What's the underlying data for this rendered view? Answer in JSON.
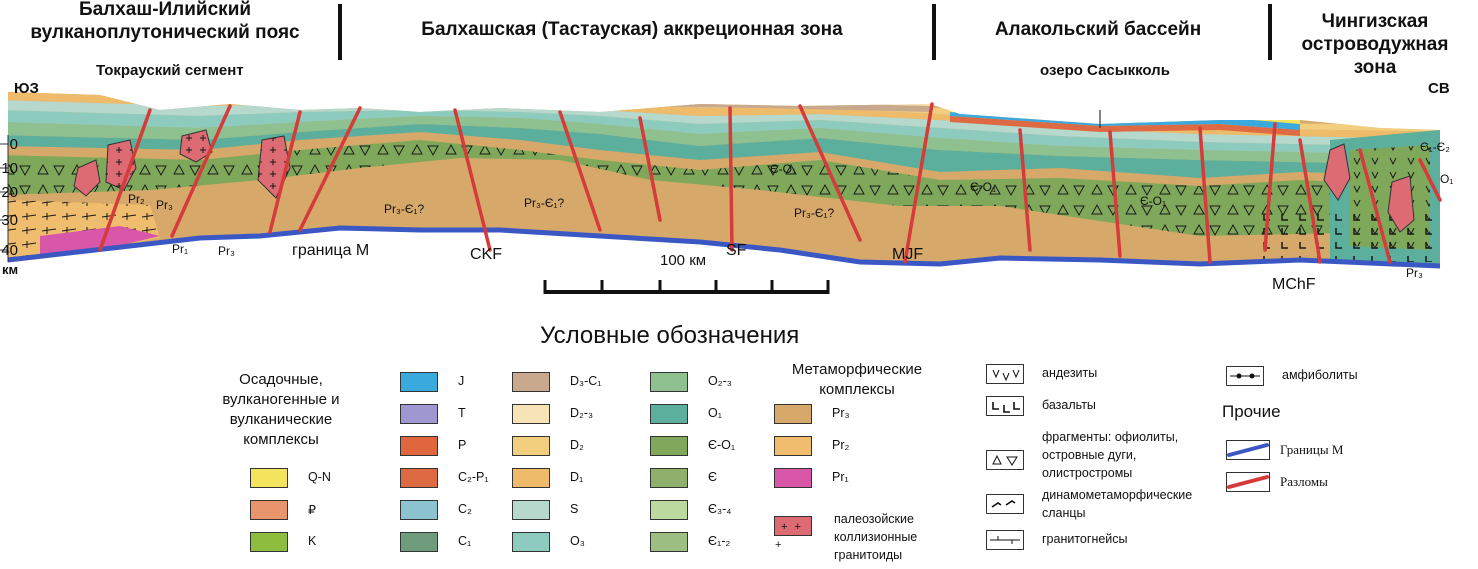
{
  "section": {
    "zones": [
      {
        "title": "Балхаш-Илийский\nвулканоплутонический пояс"
      },
      {
        "title": "Балхашская (Тастауская) аккреционная зона"
      },
      {
        "title": "Алакольский бассейн"
      },
      {
        "title": "Чингизская\nостроводужная\nзона"
      }
    ],
    "segment_label": "Токрауский сегмент",
    "lake_label": "озеро Сасыкколь",
    "sw_label": "ЮЗ",
    "ne_label": "СВ",
    "depth_ticks": [
      "0",
      "10",
      "20",
      "30",
      "40"
    ],
    "depth_unit": "км",
    "scale_label": "100 км",
    "moho_label": "граница M",
    "faults": [
      "CKF",
      "SF",
      "MJF",
      "MChF"
    ],
    "unit_labels": {
      "pr2": "Pr₂",
      "pr3": "Pr₃",
      "pr1": "Pr₁",
      "pr3e1": "Pr₃-Є₁?",
      "eo1": "Є-O₁",
      "eee": "Є₁-Є₂",
      "o1": "O₁"
    }
  },
  "legend": {
    "title": "Условные обозначения",
    "groups": {
      "sedimentary": "Осадочные,\nвулканогенные и\nвулканические\nкомплексы",
      "metamorphic": "Метаморфические\nкомплексы",
      "other": "Прочие"
    },
    "col1": [
      {
        "label": "Q-N",
        "color": "#f4e35c"
      },
      {
        "label": "₽",
        "color": "#e8956d"
      },
      {
        "label": "K",
        "color": "#8cbd3e"
      }
    ],
    "col2": [
      {
        "label": "J",
        "color": "#3aa9de"
      },
      {
        "label": "T",
        "color": "#9f97cf"
      },
      {
        "label": "P",
        "color": "#e0673d"
      },
      {
        "label": "C₂-P₁",
        "color": "#dd6a43"
      },
      {
        "label": "C₂",
        "color": "#8dc3d0"
      },
      {
        "label": "C₁",
        "color": "#6f9c7d"
      }
    ],
    "col3": [
      {
        "label": "D₃-C₁",
        "color": "#c9a98d"
      },
      {
        "label": "D₂-₃",
        "color": "#f7e3b5"
      },
      {
        "label": "D₂",
        "color": "#f2cf7f"
      },
      {
        "label": "D₁",
        "color": "#edbb6a"
      },
      {
        "label": "S",
        "color": "#b7d8cc"
      },
      {
        "label": "O₃",
        "color": "#8ccbbd"
      }
    ],
    "col4": [
      {
        "label": "O₂-₃",
        "color": "#8ec090"
      },
      {
        "label": "O₁",
        "color": "#5caf9c"
      },
      {
        "label": "Є-O₁",
        "color": "#7fa85a"
      },
      {
        "label": "Є",
        "color": "#8fb06a"
      },
      {
        "label": "Є₃-₄",
        "color": "#bcd9a0"
      },
      {
        "label": "Є₁-₂",
        "color": "#9ebf84"
      }
    ],
    "metamorphic": [
      {
        "label": "Pr₃",
        "color": "#d6a86a"
      },
      {
        "label": "Pr₂",
        "color": "#f0bd6e"
      },
      {
        "label": "Pr₁",
        "color": "#d957a8"
      }
    ],
    "granitoids": {
      "label": "палеозойские\nколлизионные\nгранитоиды",
      "color": "#dc6b73"
    },
    "patterns": [
      {
        "label": "андезиты",
        "icon": "andesite-pattern"
      },
      {
        "label": "базальты",
        "icon": "basalt-pattern"
      },
      {
        "label": "фрагменты: офиолиты,\nостровные дуги,\nолистростромы",
        "icon": "triangle-pattern"
      },
      {
        "label": "динамометаморфические\nсланцы",
        "icon": "schist-pattern"
      },
      {
        "label": "гранитогнейсы",
        "icon": "gneiss-pattern"
      },
      {
        "label": "амфиболиты",
        "icon": "amphibolite-pattern"
      }
    ],
    "other_items": [
      {
        "label": "Границы М",
        "color": "#3b57c4"
      },
      {
        "label": "Разломы",
        "color": "#d63b3b"
      }
    ]
  }
}
